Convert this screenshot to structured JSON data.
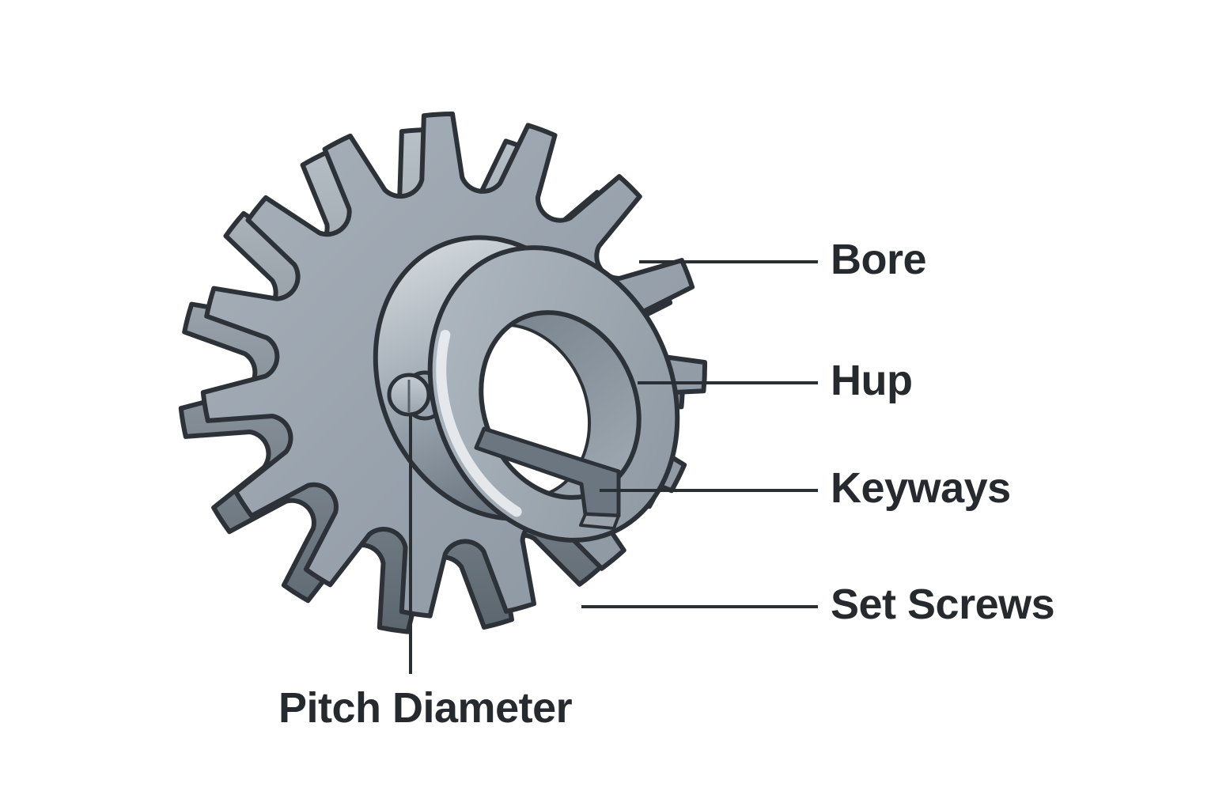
{
  "figure": {
    "alt": "Labeled isometric illustration of a roller-chain sprocket",
    "labels": {
      "bore": "Bore",
      "hub": "Hup",
      "keyways": "Keyways",
      "set_screws": "Set Screws",
      "pitch_diameter": "Pitch Diameter"
    }
  },
  "colors": {
    "background": "#ffffff",
    "outline": "#2d3238",
    "leader": "#2a2f34",
    "label": "#26292d",
    "plate_light": "#a8b1ba",
    "plate_dark": "#8b95a0",
    "side_light": "#b9c1c8",
    "side_dark": "#5c666f",
    "hub_side_light": "#ced4d9",
    "hub_side_mid": "#9aa4ae",
    "hub_side_dark": "#646e78",
    "hub_face_light": "#b2bbc3",
    "hub_face_dark": "#8e98a2",
    "bore_dark": "#747f89",
    "bore_light": "#a7b0b9",
    "highlight": "#e9edf0",
    "keyway_dark": "#6b7681",
    "keyway_light": "#9aa3ac",
    "screw_light": "#c6cdd3",
    "screw_dark": "#9aa3ad",
    "screw_slot": "#57606a"
  }
}
